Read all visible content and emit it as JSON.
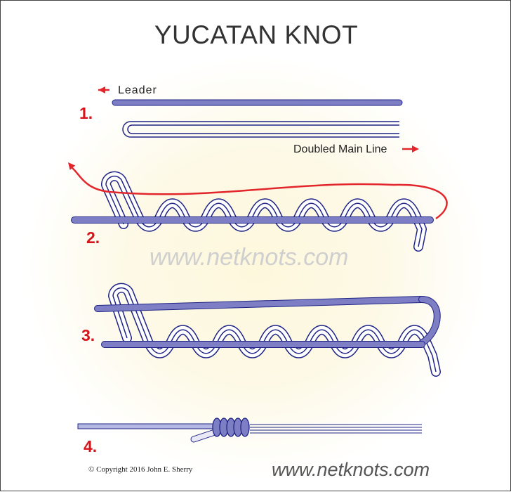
{
  "title": "YUCATAN KNOT",
  "steps": [
    "1.",
    "2.",
    "3.",
    "4."
  ],
  "labels": {
    "leader": "Leader",
    "doubled_main_line": "Doubled Main Line"
  },
  "watermark": "www.netknots.com",
  "footer": {
    "copyright": "© Copyright  2016  John E. Sherry",
    "site": "www.netknots.com"
  },
  "colors": {
    "line": "#7d7ec4",
    "outline": "#1f2486",
    "arrow": "#e2262c",
    "step": "#d6141b"
  }
}
